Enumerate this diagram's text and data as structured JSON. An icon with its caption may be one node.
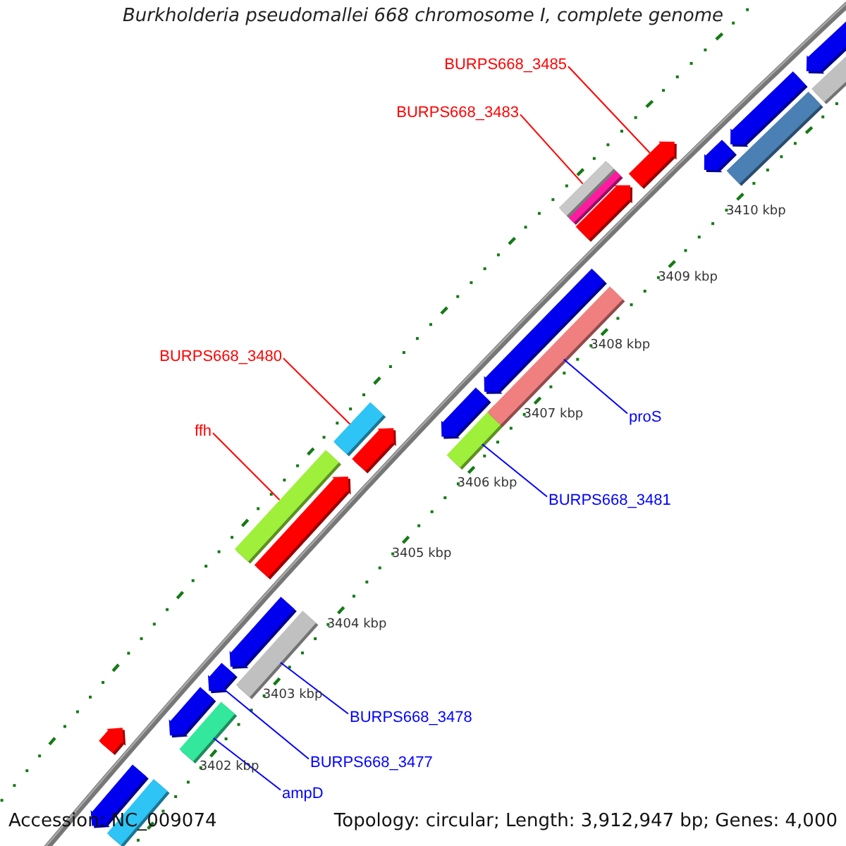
{
  "diagram": {
    "title": "Burkholderia pseudomallei 668 chromosome I, complete genome",
    "nodes": [
      {
        "text": [
          "BURPS668_3485"
        ]
      },
      {
        "text": [
          "BURPS668_3483"
        ]
      },
      {
        "text": [
          "BURPS668_3480"
        ]
      },
      {
        "text": [
          "ffh"
        ]
      },
      {
        "text": [
          "proS"
        ]
      },
      {
        "text": [
          "BURPS668_3481"
        ]
      },
      {
        "text": [
          "BURPS668_3478"
        ]
      },
      {
        "text": [
          "BURPS668_3477"
        ]
      },
      {
        "text": [
          "ampD"
        ]
      },
      {
        "text": [],
        "shape": "pentagon"
      },
      {
        "text": [],
        "shape": "pentagon"
      },
      {
        "text": [],
        "shape": "bar"
      },
      {
        "text": [],
        "shape": "pentagon"
      },
      {
        "text": [],
        "shape": "bar"
      },
      {
        "text": [],
        "shape": "pentagon"
      },
      {
        "text": [],
        "shape": "bar"
      },
      {
        "text": [],
        "shape": "bar"
      },
      {
        "text": [],
        "shape": "pentagon"
      },
      {
        "text": [],
        "shape": "pentagon"
      },
      {
        "text": [],
        "shape": "bar"
      },
      {
        "text": [],
        "shape": "pentagon"
      },
      {
        "text": [],
        "shape": "pentagon"
      },
      {
        "text": [],
        "shape": "pentagon"
      },
      {
        "text": [],
        "shape": "bar"
      },
      {
        "text": [],
        "shape": "bar"
      },
      {
        "text": [],
        "shape": "pentagon"
      },
      {
        "text": [],
        "shape": "pentagon"
      },
      {
        "text": [],
        "shape": "bar"
      },
      {
        "text": [],
        "shape": "bar"
      },
      {
        "text": [],
        "shape": "pentagon"
      },
      {
        "text": [],
        "shape": "pentagon"
      },
      {
        "text": [],
        "shape": "bar"
      },
      {
        "text": [],
        "shape": "pentagon"
      },
      {
        "text": [],
        "shape": "bar"
      }
    ],
    "edges": [
      {
        "from": 0,
        "to": 17,
        "arrow": "none",
        "color": "#ff0000"
      },
      {
        "from": 1,
        "to": 16,
        "arrow": "none",
        "color": "#ff0000"
      },
      {
        "from": 2,
        "to": 13,
        "arrow": "none",
        "color": "#ff0000"
      },
      {
        "from": 3,
        "to": 11,
        "arrow": "none",
        "color": "#ff0000"
      },
      {
        "from": 4,
        "to": 28,
        "arrow": "none"
      },
      {
        "from": 5,
        "to": 27,
        "arrow": "none"
      },
      {
        "from": 6,
        "to": 24,
        "arrow": "none"
      },
      {
        "from": 7,
        "to": 21,
        "arrow": "none"
      },
      {
        "from": 8,
        "to": 23,
        "arrow": "none"
      }
    ],
    "labels": [
      "3410 kbp",
      "3409 kbp",
      "3408 kbp",
      "3407 kbp",
      "3406 kbp",
      "3405 kbp",
      "3404 kbp",
      "3403 kbp",
      "3402 kbp",
      "Accession: NC_009074",
      "Topology: circular; Length: 3,912,947 bp; Genes: 4,000"
    ]
  }
}
